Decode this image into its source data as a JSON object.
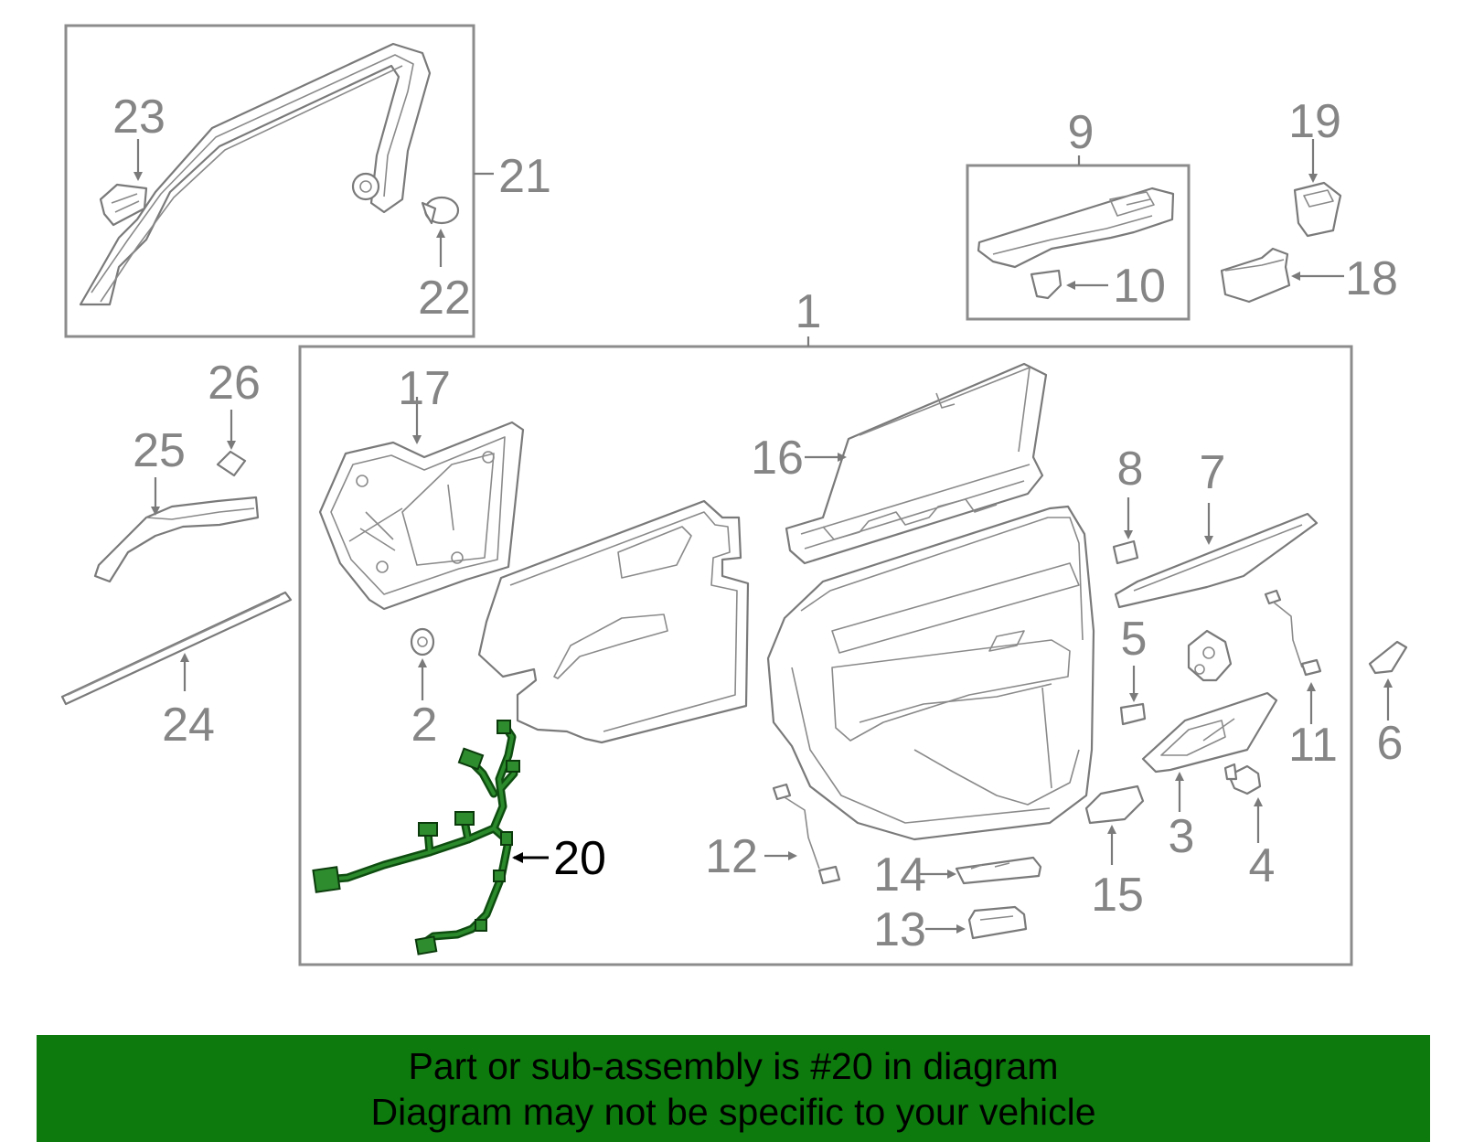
{
  "callouts": {
    "c1": "1",
    "c2": "2",
    "c3": "3",
    "c4": "4",
    "c5": "5",
    "c6": "6",
    "c7": "7",
    "c8": "8",
    "c9": "9",
    "c10": "10",
    "c11": "11",
    "c12": "12",
    "c13": "13",
    "c14": "14",
    "c15": "15",
    "c16": "16",
    "c17": "17",
    "c18": "18",
    "c19": "19",
    "c20": "20",
    "c21": "21",
    "c22": "22",
    "c23": "23",
    "c24": "24",
    "c25": "25",
    "c26": "26"
  },
  "highlight": {
    "part_number": "20",
    "color": "#2e8b2e"
  },
  "banner": {
    "line1": "Part or sub-assembly is #20 in diagram",
    "line2": "Diagram may not be specific to your vehicle",
    "background": "#0d7a0d"
  }
}
